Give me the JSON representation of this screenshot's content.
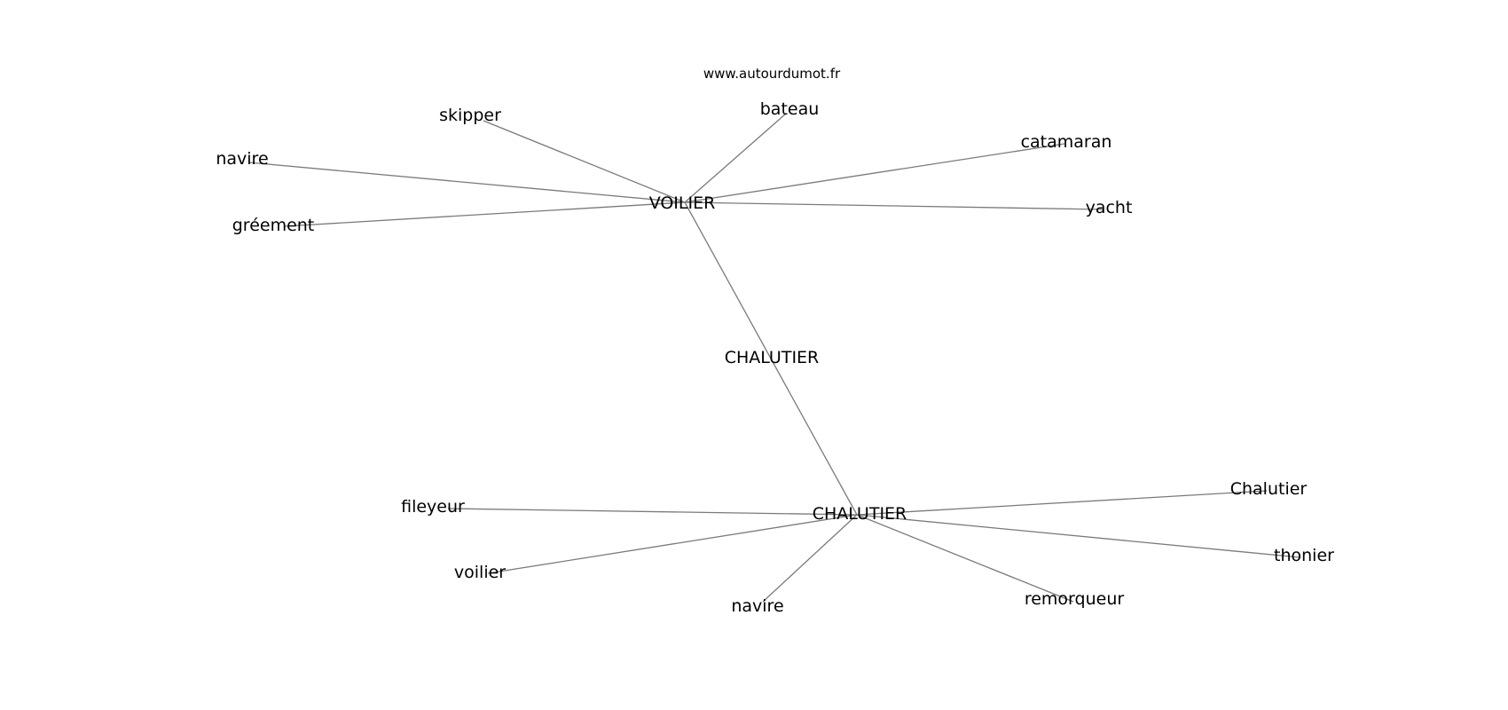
{
  "site": "www.autourdumot.fr",
  "edge_color": "#7a7a7a",
  "text_color": "#000000",
  "nodes": [
    {
      "id": "voilier_hub",
      "label": "VOILIER"
    },
    {
      "id": "chalutier_hub",
      "label": "CHALUTIER"
    },
    {
      "id": "chalutier_mid",
      "label": "CHALUTIER"
    },
    {
      "id": "skipper",
      "label": "skipper"
    },
    {
      "id": "bateau",
      "label": "bateau"
    },
    {
      "id": "catamaran",
      "label": "catamaran"
    },
    {
      "id": "navire1",
      "label": "navire"
    },
    {
      "id": "greement",
      "label": "gréement"
    },
    {
      "id": "yacht",
      "label": "yacht"
    },
    {
      "id": "fileyeur",
      "label": "fileyeur"
    },
    {
      "id": "voilier_low",
      "label": "voilier"
    },
    {
      "id": "navire2",
      "label": "navire"
    },
    {
      "id": "remorqueur",
      "label": "remorqueur"
    },
    {
      "id": "thonier",
      "label": "thonier"
    },
    {
      "id": "chalutier_cap",
      "label": "Chalutier"
    }
  ],
  "edges": [
    [
      "voilier_hub",
      "skipper"
    ],
    [
      "voilier_hub",
      "bateau"
    ],
    [
      "voilier_hub",
      "catamaran"
    ],
    [
      "voilier_hub",
      "navire1"
    ],
    [
      "voilier_hub",
      "greement"
    ],
    [
      "voilier_hub",
      "yacht"
    ],
    [
      "voilier_hub",
      "chalutier_hub"
    ],
    [
      "chalutier_hub",
      "fileyeur"
    ],
    [
      "chalutier_hub",
      "voilier_low"
    ],
    [
      "chalutier_hub",
      "navire2"
    ],
    [
      "chalutier_hub",
      "remorqueur"
    ],
    [
      "chalutier_hub",
      "thonier"
    ],
    [
      "chalutier_hub",
      "chalutier_cap"
    ]
  ]
}
